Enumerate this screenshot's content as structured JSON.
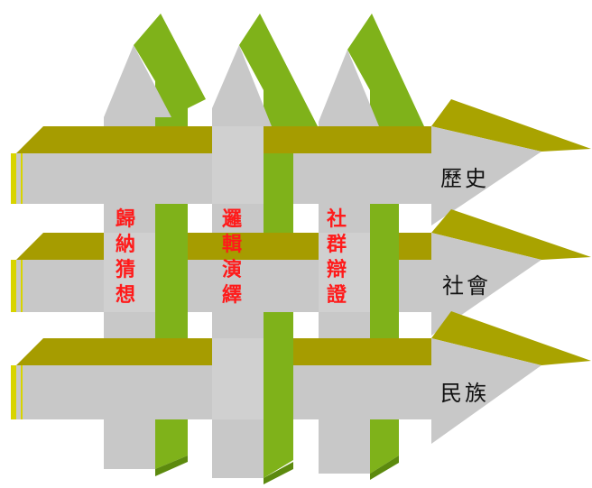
{
  "diagram": {
    "colors": {
      "arrow_face": "#c8c8c8",
      "arrow_face_light": "#e4e4e4",
      "green_side": "#7fb21a",
      "green_dark": "#5c8a0e",
      "olive_top": "#a69c00",
      "olive_dark": "#8d8700",
      "yellow_edge": "#d8d400",
      "red_text": "#ff1a1a",
      "black_text": "#111111"
    },
    "horizontal_arrows": [
      {
        "label": "歷史"
      },
      {
        "label": "社會"
      },
      {
        "label": "民族"
      }
    ],
    "vertical_arrows": [
      {
        "label": "歸納猜想",
        "chars": [
          "歸",
          "納",
          "猜",
          "想"
        ]
      },
      {
        "label": "邏輯演繹",
        "chars": [
          "邏",
          "輯",
          "演",
          "繹"
        ]
      },
      {
        "label": "社群辯證",
        "chars": [
          "社",
          "群",
          "辯",
          "證"
        ]
      }
    ]
  }
}
